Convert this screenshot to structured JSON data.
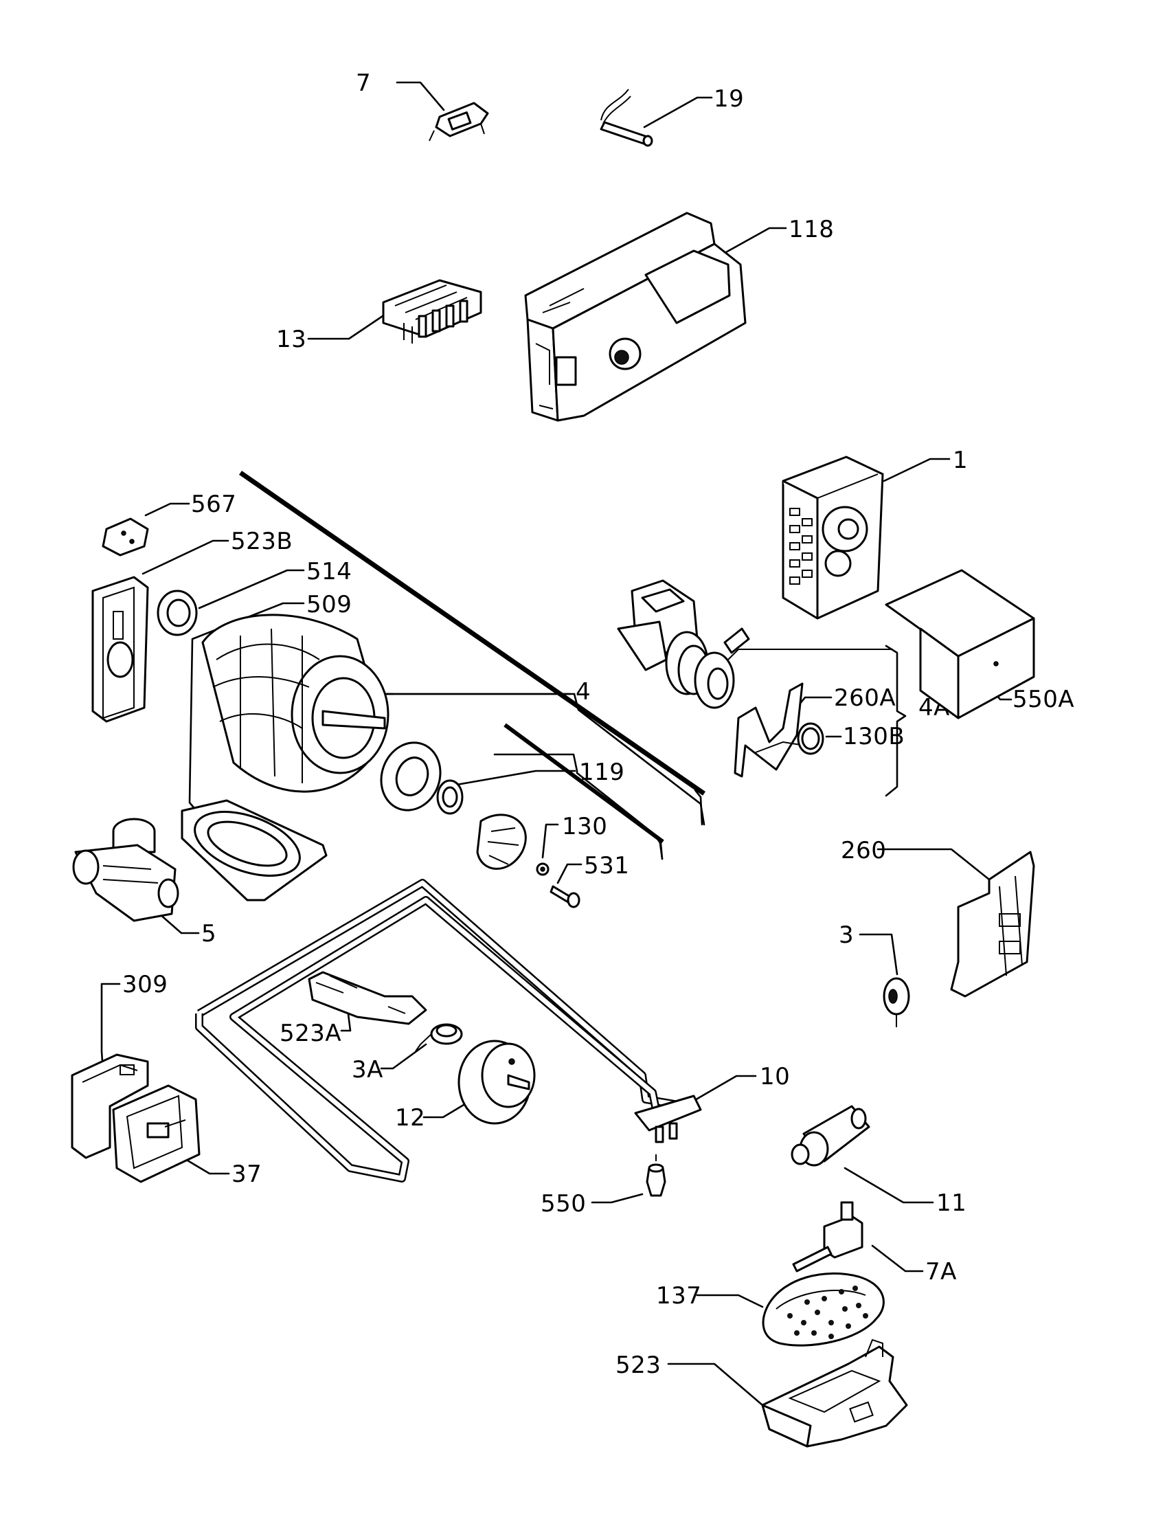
{
  "diagram": {
    "labels": [
      {
        "id": "p7",
        "text": "7"
      },
      {
        "id": "p19",
        "text": "19"
      },
      {
        "id": "p118",
        "text": "118"
      },
      {
        "id": "p13",
        "text": "13"
      },
      {
        "id": "p1",
        "text": "1"
      },
      {
        "id": "p567",
        "text": "567"
      },
      {
        "id": "p523B",
        "text": "523B"
      },
      {
        "id": "p514",
        "text": "514"
      },
      {
        "id": "p509",
        "text": "509"
      },
      {
        "id": "p4",
        "text": "4"
      },
      {
        "id": "p260A",
        "text": "260A"
      },
      {
        "id": "p4A",
        "text": "4A"
      },
      {
        "id": "p550A",
        "text": "550A"
      },
      {
        "id": "p130B",
        "text": "130B"
      },
      {
        "id": "p119",
        "text": "119"
      },
      {
        "id": "p130",
        "text": "130"
      },
      {
        "id": "p531",
        "text": "531"
      },
      {
        "id": "p5",
        "text": "5"
      },
      {
        "id": "p260",
        "text": "260"
      },
      {
        "id": "p3",
        "text": "3"
      },
      {
        "id": "p309",
        "text": "309"
      },
      {
        "id": "p523A",
        "text": "523A"
      },
      {
        "id": "p3A",
        "text": "3A"
      },
      {
        "id": "p12",
        "text": "12"
      },
      {
        "id": "p10",
        "text": "10"
      },
      {
        "id": "p37",
        "text": "37"
      },
      {
        "id": "p550",
        "text": "550"
      },
      {
        "id": "p11",
        "text": "11"
      },
      {
        "id": "p7A",
        "text": "7A"
      },
      {
        "id": "p137",
        "text": "137"
      },
      {
        "id": "p523",
        "text": "523"
      }
    ]
  }
}
